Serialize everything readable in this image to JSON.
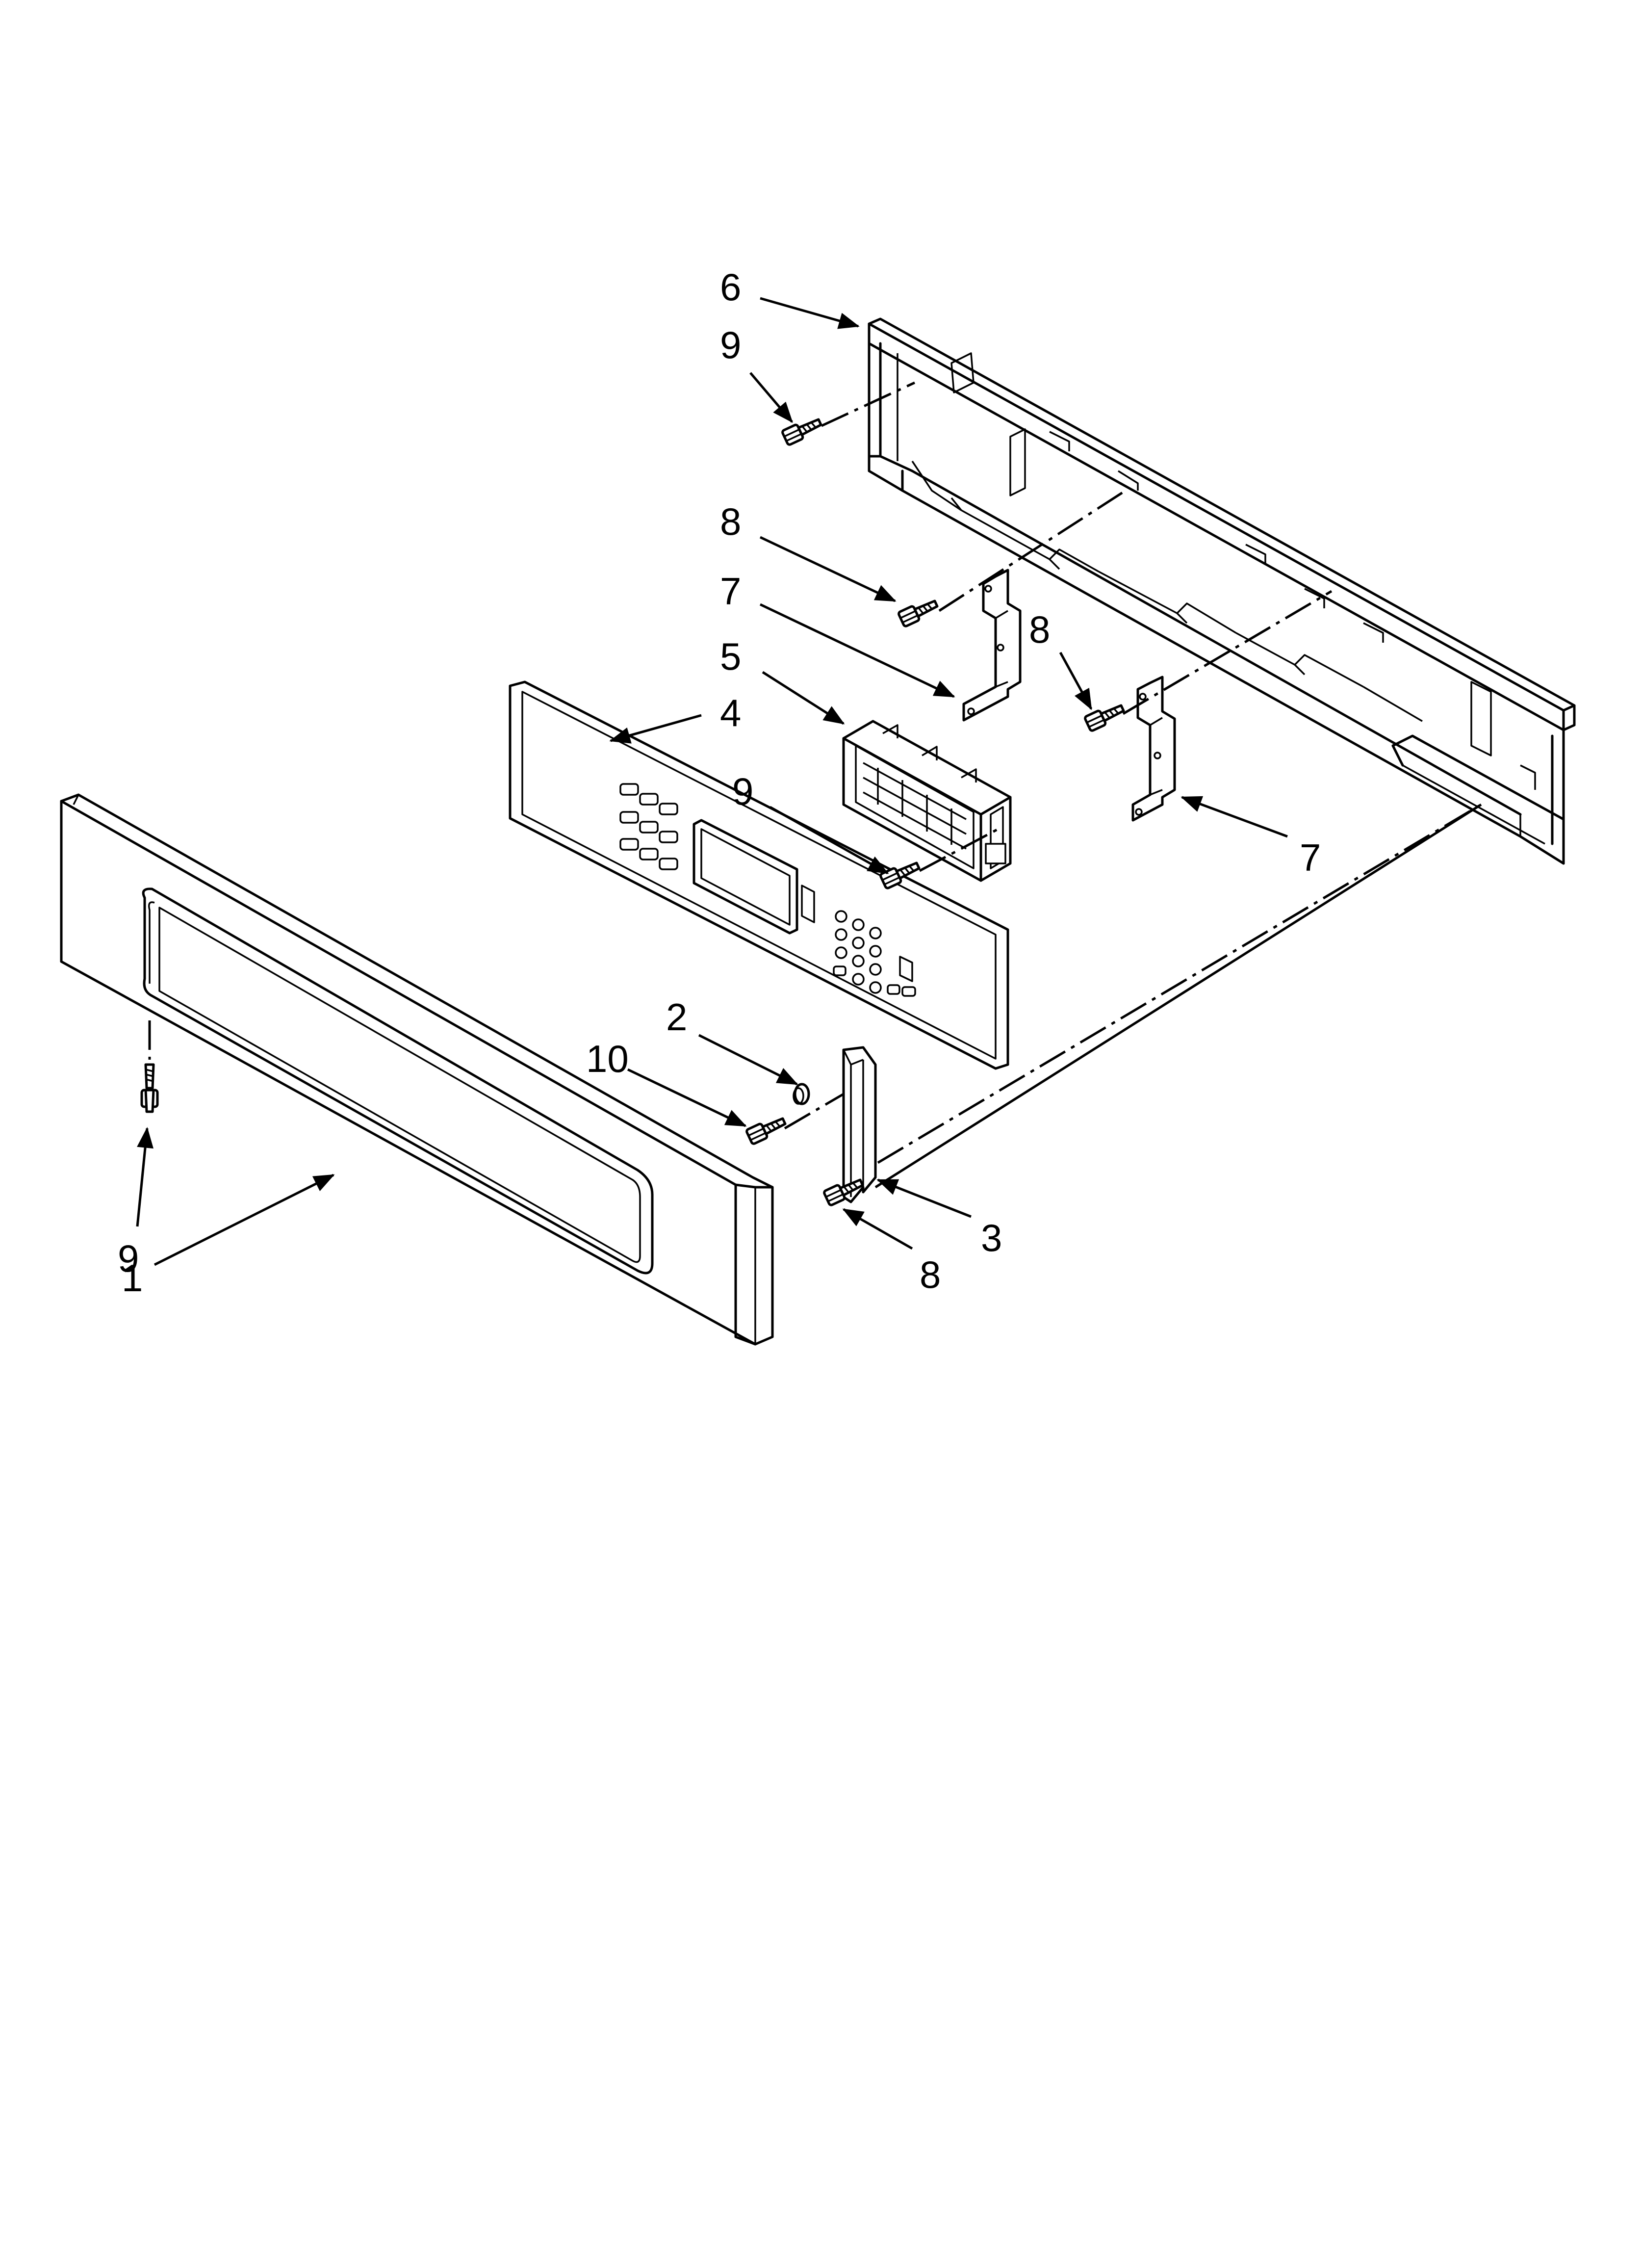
{
  "callouts": [
    {
      "id": "c6",
      "text": "6"
    },
    {
      "id": "c9a",
      "text": "9"
    },
    {
      "id": "c8a",
      "text": "8"
    },
    {
      "id": "c7a",
      "text": "7"
    },
    {
      "id": "c8b",
      "text": "8"
    },
    {
      "id": "c5",
      "text": "5"
    },
    {
      "id": "c4",
      "text": "4"
    },
    {
      "id": "c9b",
      "text": "9"
    },
    {
      "id": "c7b",
      "text": "7"
    },
    {
      "id": "c2",
      "text": "2"
    },
    {
      "id": "c10",
      "text": "10"
    },
    {
      "id": "c9c",
      "text": "9"
    },
    {
      "id": "c3",
      "text": "3"
    },
    {
      "id": "c1",
      "text": "1"
    },
    {
      "id": "c8c",
      "text": "8"
    }
  ]
}
